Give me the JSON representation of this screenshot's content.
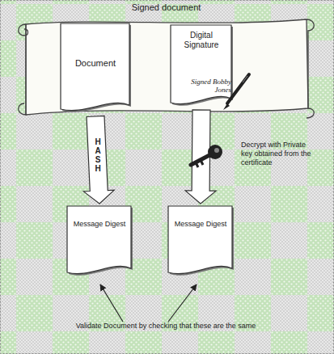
{
  "diagram": {
    "nodes": [
      {
        "text": [
          "Signed document"
        ]
      },
      {
        "text": [
          "Document"
        ],
        "in": 0
      },
      {
        "text": [
          "Digital Signature",
          "Signed Bobby Jones"
        ],
        "in": 0
      },
      {
        "text": [
          "Message Digest"
        ]
      },
      {
        "text": [
          "Message Digest"
        ]
      }
    ],
    "edges": [
      {
        "from": 1,
        "to": 3,
        "arrow": "to",
        "label": "HASH"
      },
      {
        "from": 2,
        "to": 4,
        "arrow": "to"
      }
    ],
    "labels": [
      "Decrypt with Private key obtained from the certificate",
      "Validate Document by checking that these are the same"
    ]
  }
}
